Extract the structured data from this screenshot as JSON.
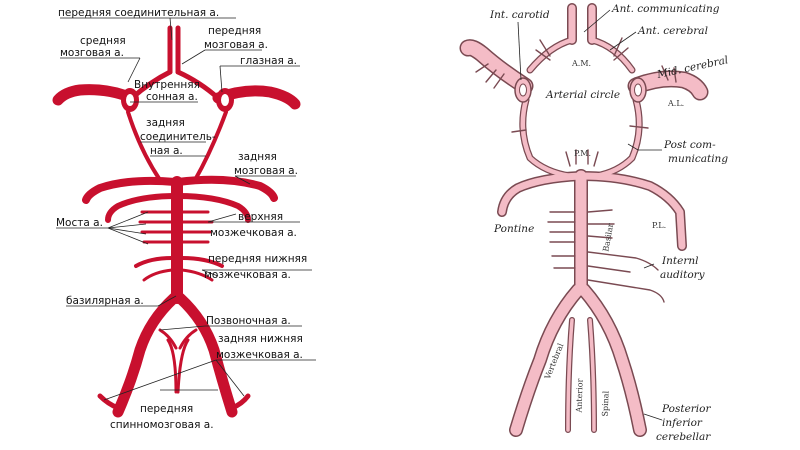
{
  "left": {
    "labels": {
      "ant_communicating": "передняя соединительная а.",
      "ant_cerebral_1": "передняя",
      "ant_cerebral_2": "мозговая а.",
      "mid_cerebral_1": "средняя",
      "mid_cerebral_2": "мозговая а.",
      "ophthalmic": "глазная а.",
      "int_carotid_1": "Внутренняя",
      "int_carotid_2": "сонная а.",
      "post_communicating_1": "задняя",
      "post_communicating_2": "соединитель-",
      "post_communicating_3": "ная а.",
      "post_cerebral_1": "задняя",
      "post_cerebral_2": "мозговая а.",
      "pontine": "Моста а.",
      "sup_cerebellar_1": "верхняя",
      "sup_cerebellar_2": "мозжечковая а.",
      "ant_inf_cerebellar_1": "передняя нижняя",
      "ant_inf_cerebellar_2": "мозжечковая а.",
      "basilar": "базилярная а.",
      "vertebral": "Позвоночная а.",
      "post_inf_cerebellar_1": "задняя нижняя",
      "post_inf_cerebellar_2": "мозжечковая а.",
      "ant_spinal_1": "передняя",
      "ant_spinal_2": "спинномозговая а."
    },
    "colors": {
      "artery": "#c8102e"
    }
  },
  "right": {
    "labels": {
      "int_carotid": "Int. carotid",
      "ant_communicating": "Ant. communicating",
      "ant_cerebral": "Ant. cerebral",
      "am": "A.M.",
      "mid_cerebral": "Mid. cerebral",
      "al": "A.L.",
      "arterial_circle": "Arterial circle",
      "post_communicating_1": "Post com-",
      "post_communicating_2": "municating",
      "pm": "P.M.",
      "pontine": "Pontine",
      "basilar": "Basilar",
      "pl": "P.L.",
      "internal_auditory_1": "Internl",
      "internal_auditory_2": "auditory",
      "vertebral": "Vertebral",
      "anterior": "Anterior",
      "spinal": "Spinal",
      "post_inf_cerebellar_1": "Posterior",
      "post_inf_cerebellar_2": "inferior",
      "post_inf_cerebellar_3": "cerebellar"
    },
    "colors": {
      "artery": "#f4bcc6",
      "outline": "#7a4a52"
    }
  }
}
